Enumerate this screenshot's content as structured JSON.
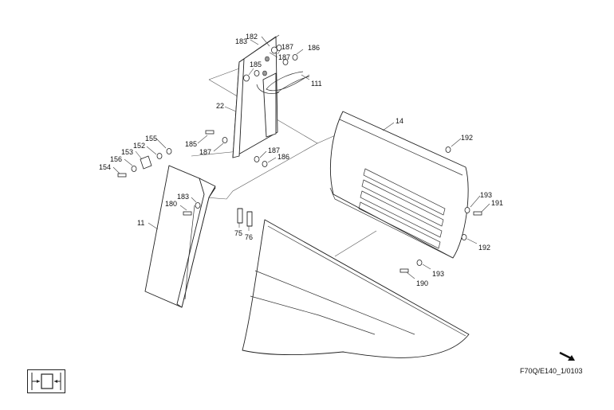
{
  "diagram": {
    "callouts": [
      {
        "id": "c182",
        "text": "182"
      },
      {
        "id": "c183a",
        "text": "183"
      },
      {
        "id": "c187a",
        "text": "187"
      },
      {
        "id": "c187b",
        "text": "187"
      },
      {
        "id": "c186a",
        "text": "186"
      },
      {
        "id": "c185a",
        "text": "185"
      },
      {
        "id": "c111",
        "text": "111"
      },
      {
        "id": "c22",
        "text": "22"
      },
      {
        "id": "c155",
        "text": "155"
      },
      {
        "id": "c152",
        "text": "152"
      },
      {
        "id": "c153",
        "text": "153"
      },
      {
        "id": "c156",
        "text": "156"
      },
      {
        "id": "c154",
        "text": "154"
      },
      {
        "id": "c185b",
        "text": "185"
      },
      {
        "id": "c187c",
        "text": "187"
      },
      {
        "id": "c187d",
        "text": "187"
      },
      {
        "id": "c186b",
        "text": "186"
      },
      {
        "id": "c183b",
        "text": "183"
      },
      {
        "id": "c180",
        "text": "180"
      },
      {
        "id": "c11",
        "text": "11"
      },
      {
        "id": "c75",
        "text": "75"
      },
      {
        "id": "c76",
        "text": "76"
      },
      {
        "id": "c14",
        "text": "14"
      },
      {
        "id": "c192a",
        "text": "192"
      },
      {
        "id": "c193a",
        "text": "193"
      },
      {
        "id": "c191",
        "text": "191"
      },
      {
        "id": "c192b",
        "text": "192"
      },
      {
        "id": "c193b",
        "text": "193"
      },
      {
        "id": "c190",
        "text": "190"
      }
    ],
    "reference_code": "F70Q/E140_1/0103",
    "view_icon": "view-direction-icon",
    "arrow_icon": "direction-arrow-icon"
  }
}
